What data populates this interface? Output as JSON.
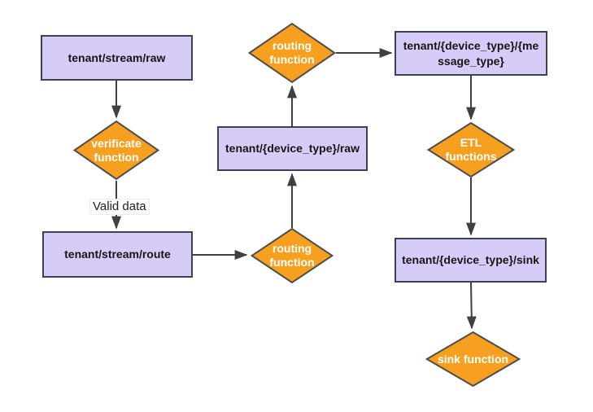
{
  "diagram": {
    "title": "tenant stream routing pipeline flowchart",
    "background": "#ffffff",
    "colors": {
      "topic_fill": "#d7ccf8",
      "topic_border": "#3f3f54",
      "function_fill": "#f7a01f",
      "function_border": "#4d4d4d",
      "arrow": "#404040",
      "topic_text": "#161616",
      "function_text": "#ffffff"
    },
    "nodes": {
      "stream_raw": {
        "label": "tenant/stream/raw",
        "type": "topic"
      },
      "verificate": {
        "label": "verificate function",
        "type": "function"
      },
      "stream_route": {
        "label": "tenant/stream/route",
        "type": "topic"
      },
      "routing_lower": {
        "label": "routing function",
        "type": "function"
      },
      "device_raw": {
        "label": "tenant/{device_type}/raw",
        "type": "topic"
      },
      "routing_upper": {
        "label": "routing function",
        "type": "function"
      },
      "message_type": {
        "label": "tenant/{device_type}/{message_type}",
        "type": "topic"
      },
      "etl": {
        "label": "ETL functions",
        "type": "function"
      },
      "device_sink": {
        "label": "tenant/{device_type}/sink",
        "type": "topic"
      },
      "sink": {
        "label": "sink function",
        "type": "function"
      }
    },
    "edge_labels": {
      "valid_data": "Valid data"
    },
    "edges": [
      "stream_raw -> verificate",
      "verificate -> stream_route (Valid data)",
      "stream_route -> routing_lower",
      "routing_lower -> device_raw",
      "device_raw -> routing_upper",
      "routing_upper -> message_type",
      "message_type -> etl",
      "etl -> device_sink",
      "device_sink -> sink"
    ]
  }
}
